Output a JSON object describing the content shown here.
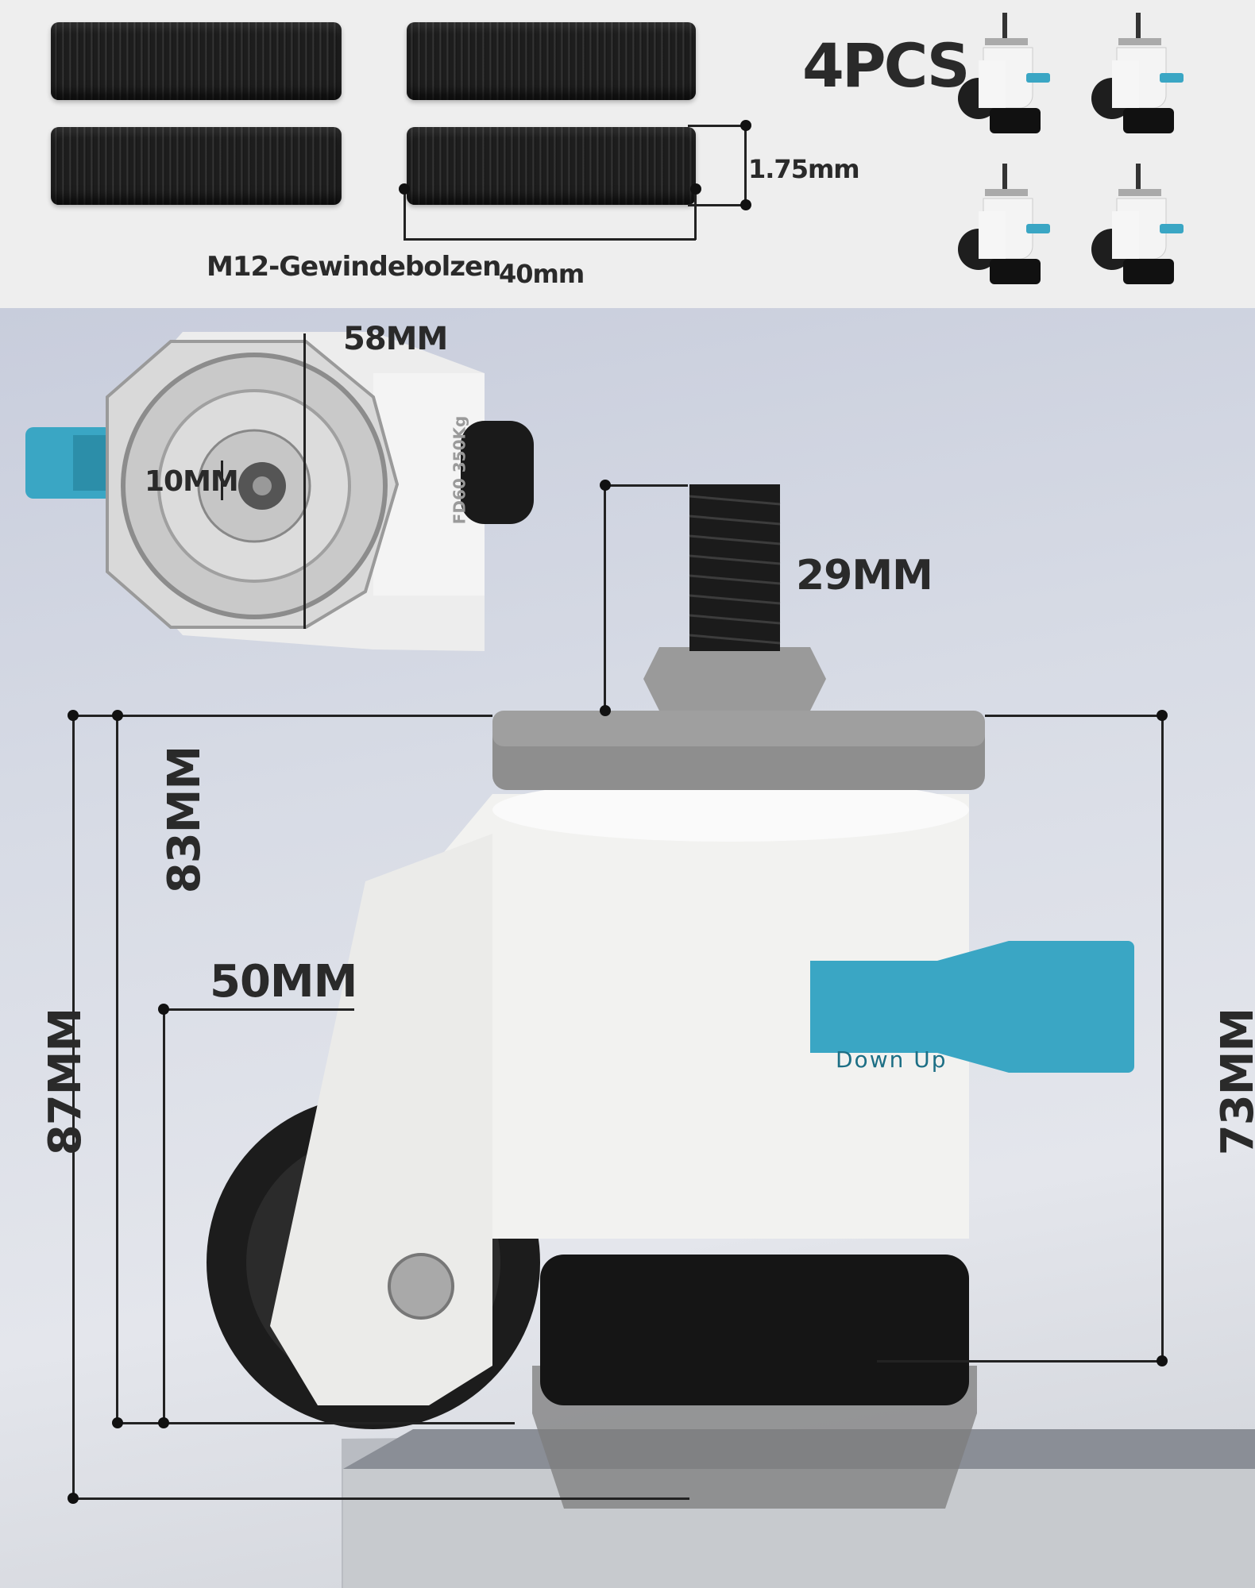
{
  "header": {
    "quantity_label": "4PCS",
    "bolt_label": "M12-Gewindebolzen",
    "bolt_length": "40mm",
    "thread_pitch": "1.75mm"
  },
  "dimensions": {
    "plate_width": "58MM",
    "bolt_diameter": "10MM",
    "stud_height": "29MM",
    "height_83": "83MM",
    "height_87": "87MM",
    "wheel_diameter": "50MM",
    "height_73": "73MM"
  },
  "product": {
    "handle_text": "Down Up",
    "base_text": "FD60 350Kg"
  },
  "colors": {
    "handle": "#3aa6c4",
    "body": "#f2f2f0",
    "wheel": "#1c1c1c",
    "pad": "#7c7c7c"
  }
}
